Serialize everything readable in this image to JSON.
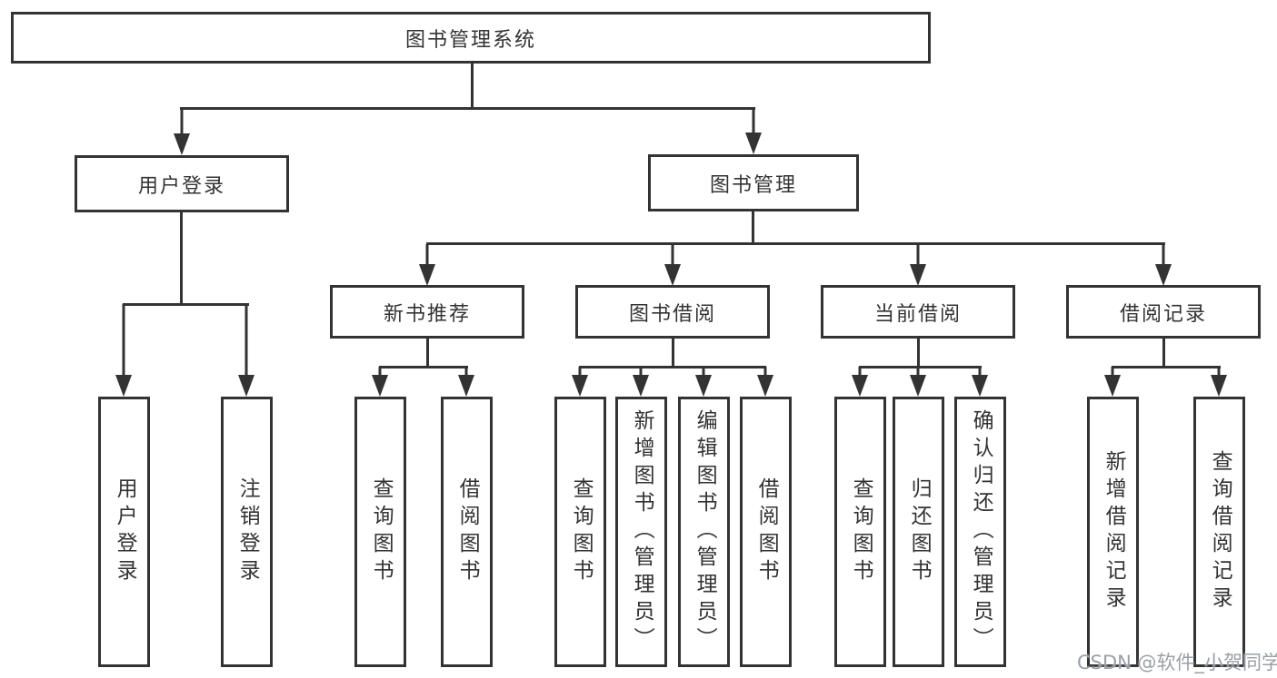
{
  "diagram": {
    "title": "图书管理系统",
    "watermark": "CSDN @软件_小贺同学",
    "colors": {
      "line": "#333333",
      "text": "#333333",
      "watermark": "#949ba2",
      "background": "#ffffff"
    },
    "nodes": {
      "root": {
        "label": "图书管理系统",
        "children": [
          "用户登录",
          "图书管理"
        ]
      },
      "user_login": {
        "label": "用户登录",
        "children": [
          "用户登录",
          "注销登录"
        ]
      },
      "book_mgmt": {
        "label": "图书管理",
        "children": [
          "新书推荐",
          "图书借阅",
          "当前借阅",
          "借阅记录"
        ]
      },
      "new_book_rec": {
        "label": "新书推荐",
        "children": [
          "查询图书",
          "借阅图书"
        ]
      },
      "book_borrow": {
        "label": "图书借阅",
        "children": [
          "查询图书",
          "新增图书（管理员）",
          "编辑图书（管理员）",
          "借阅图书"
        ]
      },
      "current_borrow": {
        "label": "当前借阅",
        "children": [
          "查询图书",
          "归还图书",
          "确认归还（管理员）"
        ]
      },
      "borrow_record": {
        "label": "借阅记录",
        "children": [
          "新增借阅记录",
          "查询借阅记录"
        ]
      },
      "leaf_user_login": {
        "label": "用户登录"
      },
      "leaf_logout": {
        "label": "注销登录"
      },
      "leaf_nbr_query": {
        "label": "查询图书"
      },
      "leaf_nbr_borrow": {
        "label": "借阅图书"
      },
      "leaf_bb_query": {
        "label": "查询图书"
      },
      "leaf_bb_add": {
        "label": "新增图书（管理员）"
      },
      "leaf_bb_edit": {
        "label": "编辑图书（管理员）"
      },
      "leaf_bb_borrow": {
        "label": "借阅图书"
      },
      "leaf_cb_query": {
        "label": "查询图书"
      },
      "leaf_cb_return": {
        "label": "归还图书"
      },
      "leaf_cb_confirm": {
        "label": "确认归还（管理员）"
      },
      "leaf_br_add": {
        "label": "新增借阅记录"
      },
      "leaf_br_query": {
        "label": "查询借阅记录"
      }
    }
  }
}
